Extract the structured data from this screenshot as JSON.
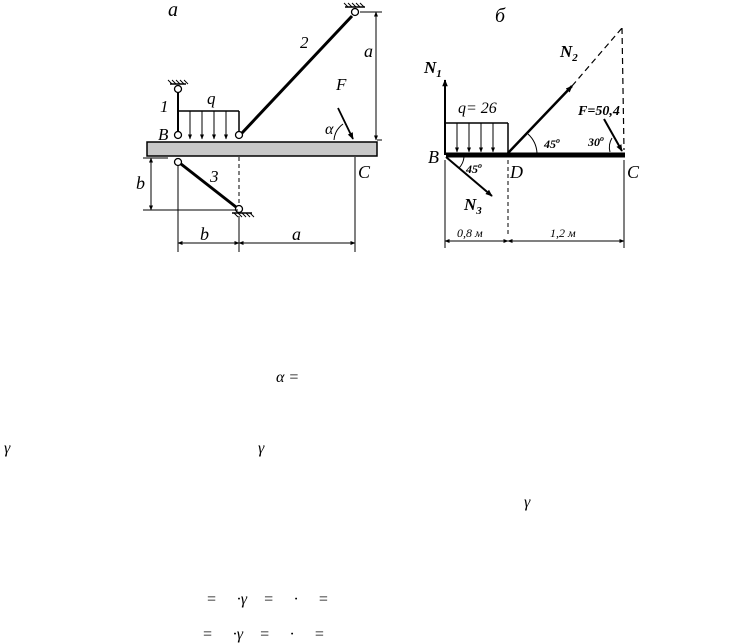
{
  "diagram_a": {
    "caption": "а",
    "labels": {
      "rod1": "1",
      "rod2": "2",
      "rod3": "3",
      "point_B": "B",
      "point_C": "C",
      "load_q": "q",
      "force_F": "F",
      "angle_alpha": "α"
    },
    "dimensions": {
      "b_left": "b",
      "b_bottom": "b",
      "a_bottom": "a",
      "a_right": "a"
    }
  },
  "diagram_b": {
    "caption": "б",
    "labels": {
      "N1": "N",
      "N1_sub": "1",
      "N2": "N",
      "N2_sub": "2",
      "N3": "N",
      "N3_sub": "3",
      "point_B": "B",
      "point_D": "D",
      "point_C": "C",
      "load_q": "q= 26",
      "force_F": "F=50,4"
    },
    "angles": {
      "angle_N3": "45",
      "angle_N2": "45",
      "angle_F": "30",
      "degree_mark": "o"
    },
    "dimensions": {
      "left": "0,8 м",
      "right": "1,2 м"
    }
  },
  "text_fragments": {
    "alpha_eq": "α =",
    "gamma_1": "γ",
    "gamma_2": "γ",
    "gamma_3": "γ",
    "formula_1": "=     ·γ    =     ·     =",
    "formula_2": "=     ·γ    =     ·     ="
  }
}
